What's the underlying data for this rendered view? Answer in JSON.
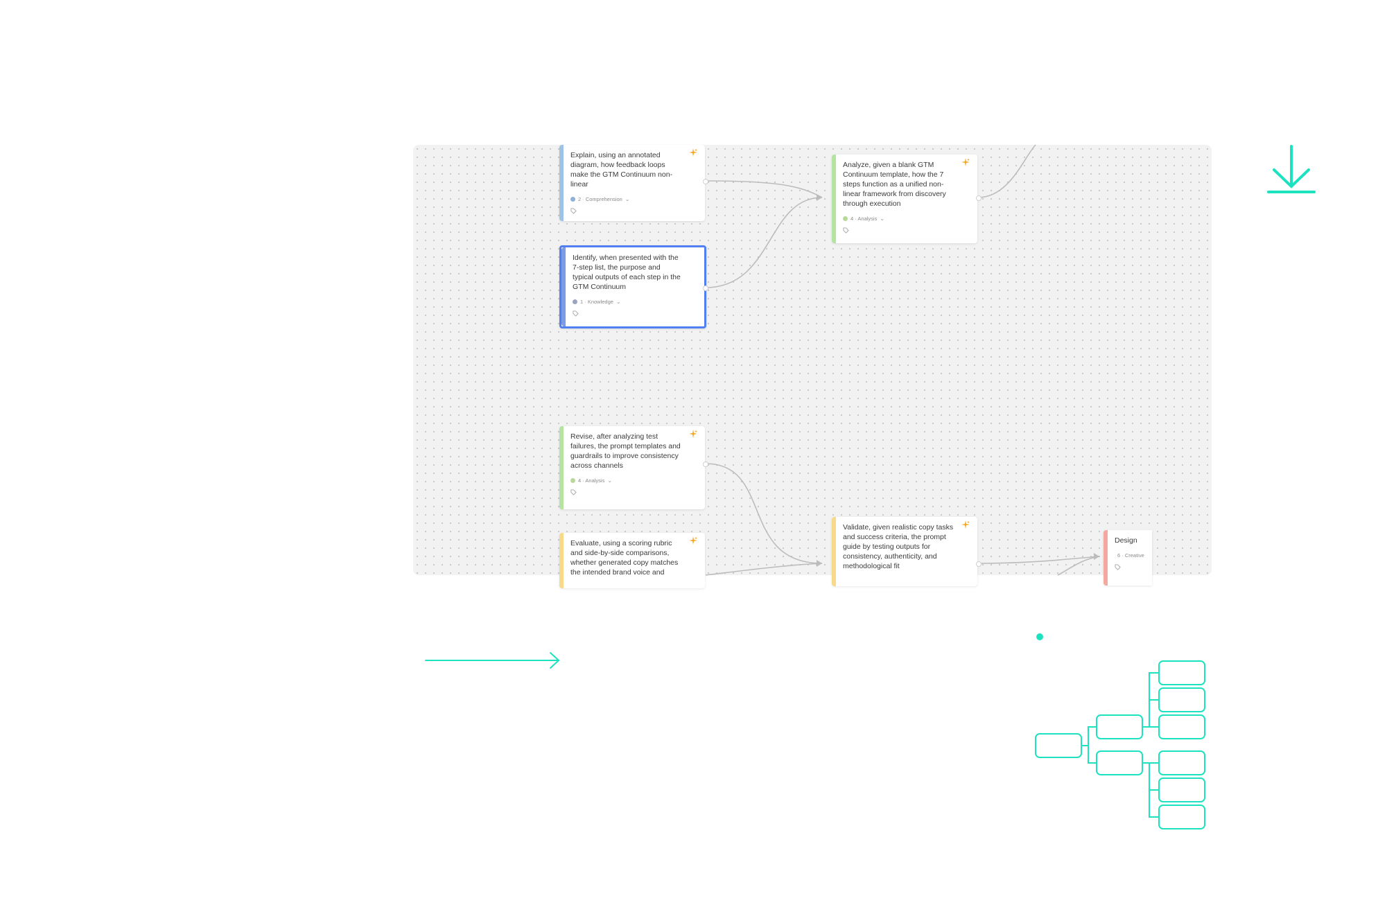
{
  "canvas": {
    "cards": [
      {
        "text": "Explain, using an annotated diagram, how feedback loops make the GTM Continuum non-linear",
        "level": "2 · Comprehension",
        "color": "#9ec3e6",
        "dot": "#8fb0d8"
      },
      {
        "text": "Identify, when presented with the 7-step list, the purpose and typical outputs of each step in the GTM Continuum",
        "level": "1 · Knowledge",
        "color": "#7b9be6",
        "dot": "#9aa5bf"
      },
      {
        "text": "Analyze, given a blank GTM Continuum template, how the 7 steps function as a unified non-linear framework from discovery through execution",
        "level": "4 · Analysis",
        "color": "#b5e3a1",
        "dot": "#b9d99a"
      },
      {
        "text": "Revise, after analyzing test failures, the prompt templates and guardrails to improve consistency across channels",
        "level": "4 · Analysis",
        "color": "#b5e3a1",
        "dot": "#b9d99a"
      },
      {
        "text": "Evaluate, using a scoring rubric and side-by-side comparisons, whether generated copy matches the intended brand voice and",
        "level": "",
        "color": "#f7d98a",
        "dot": "#e8c26a"
      },
      {
        "text": "Validate, given realistic copy tasks and success criteria, the prompt guide by testing outputs for consistency, authenticity, and methodological fit",
        "level": "",
        "color": "#f7d98a",
        "dot": "#e8c26a"
      },
      {
        "text": "Design",
        "level": "6 · Creative",
        "color": "#f4a9a0",
        "dot": "#e88e84"
      }
    ]
  },
  "icons": {
    "spark": "sparkle-icon",
    "tag": "tag-icon",
    "download": "download-icon",
    "arrow": "arrow-right-icon",
    "tree": "hierarchy-tree-icon"
  },
  "colors": {
    "accent": "#1de2c0",
    "edge": "#bcbcbc",
    "selected": "#4f7ff0",
    "spark": "#f5a623"
  }
}
